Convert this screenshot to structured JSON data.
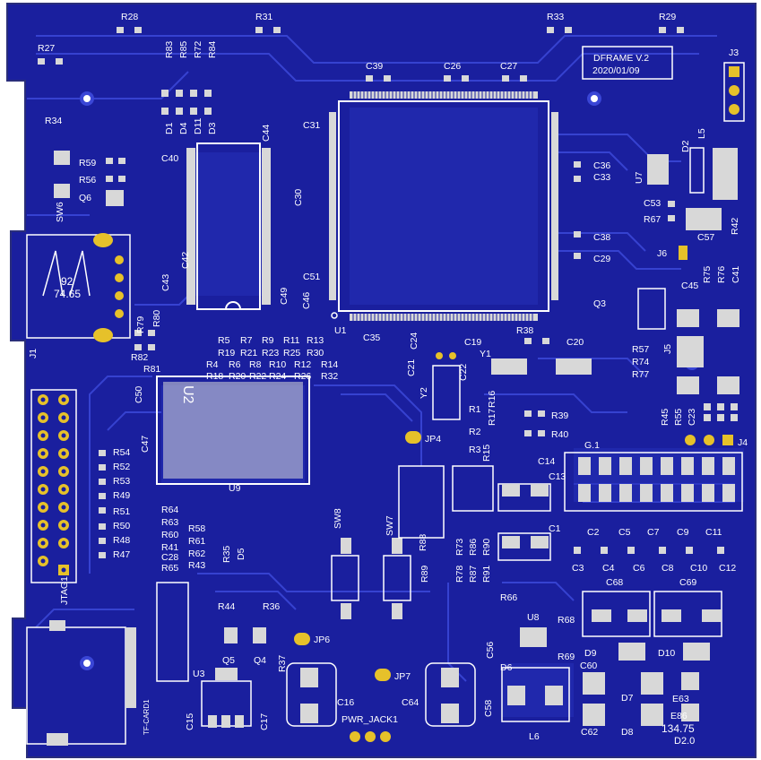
{
  "board_info": {
    "title": "DFRAME V.2",
    "date": "2020/01/09",
    "version_mark": "D2.0",
    "dim_left": "92",
    "dim_left2": "74.65",
    "dim_right": "134.75"
  },
  "colors": {
    "background": "#ffffff",
    "board": "#1a1f9e",
    "copper": "#2b35c4",
    "trace": "#3a46d6",
    "pad": "#d8d8d8",
    "gold": "#e6c12a",
    "silk": "#ffffff"
  },
  "components": [
    {
      "ref": "R28"
    },
    {
      "ref": "R31"
    },
    {
      "ref": "R33"
    },
    {
      "ref": "R29"
    },
    {
      "ref": "R27"
    },
    {
      "ref": "R83"
    },
    {
      "ref": "R85"
    },
    {
      "ref": "R72"
    },
    {
      "ref": "R84"
    },
    {
      "ref": "D1"
    },
    {
      "ref": "D4"
    },
    {
      "ref": "D11"
    },
    {
      "ref": "D3"
    },
    {
      "ref": "C39"
    },
    {
      "ref": "C26"
    },
    {
      "ref": "C27"
    },
    {
      "ref": "J3"
    },
    {
      "ref": "R34"
    },
    {
      "ref": "C44"
    },
    {
      "ref": "C31"
    },
    {
      "ref": "R59"
    },
    {
      "ref": "R56"
    },
    {
      "ref": "Q6"
    },
    {
      "ref": "SW6"
    },
    {
      "ref": "C40"
    },
    {
      "ref": "C30"
    },
    {
      "ref": "C36"
    },
    {
      "ref": "C33"
    },
    {
      "ref": "U7"
    },
    {
      "ref": "D2"
    },
    {
      "ref": "L5"
    },
    {
      "ref": "C53"
    },
    {
      "ref": "R67"
    },
    {
      "ref": "C57"
    },
    {
      "ref": "R42"
    },
    {
      "ref": "C38"
    },
    {
      "ref": "C29"
    },
    {
      "ref": "J6"
    },
    {
      "ref": "R75"
    },
    {
      "ref": "R76"
    },
    {
      "ref": "C41"
    },
    {
      "ref": "C43"
    },
    {
      "ref": "C42"
    },
    {
      "ref": "C49"
    },
    {
      "ref": "C51"
    },
    {
      "ref": "C46"
    },
    {
      "ref": "C45"
    },
    {
      "ref": "Q3"
    },
    {
      "ref": "R79"
    },
    {
      "ref": "R80"
    },
    {
      "ref": "U1"
    },
    {
      "ref": "C35"
    },
    {
      "ref": "C24"
    },
    {
      "ref": "J1"
    },
    {
      "ref": "R5"
    },
    {
      "ref": "R7"
    },
    {
      "ref": "R9"
    },
    {
      "ref": "R11"
    },
    {
      "ref": "R13"
    },
    {
      "ref": "R19"
    },
    {
      "ref": "R21"
    },
    {
      "ref": "R23"
    },
    {
      "ref": "R25"
    },
    {
      "ref": "R30"
    },
    {
      "ref": "R4"
    },
    {
      "ref": "R6"
    },
    {
      "ref": "R8"
    },
    {
      "ref": "R10"
    },
    {
      "ref": "R12"
    },
    {
      "ref": "R14"
    },
    {
      "ref": "R18"
    },
    {
      "ref": "R20"
    },
    {
      "ref": "R22"
    },
    {
      "ref": "R24"
    },
    {
      "ref": "R26"
    },
    {
      "ref": "R32"
    },
    {
      "ref": "C19"
    },
    {
      "ref": "R38"
    },
    {
      "ref": "C20"
    },
    {
      "ref": "Y1"
    },
    {
      "ref": "C21"
    },
    {
      "ref": "C22"
    },
    {
      "ref": "R57"
    },
    {
      "ref": "R74"
    },
    {
      "ref": "R77"
    },
    {
      "ref": "J5"
    },
    {
      "ref": "R82"
    },
    {
      "ref": "R81"
    },
    {
      "ref": "C50"
    },
    {
      "ref": "U2"
    },
    {
      "ref": "Y2"
    },
    {
      "ref": "R1"
    },
    {
      "ref": "R17"
    },
    {
      "ref": "R16"
    },
    {
      "ref": "R39"
    },
    {
      "ref": "R2"
    },
    {
      "ref": "R40"
    },
    {
      "ref": "R45"
    },
    {
      "ref": "R55"
    },
    {
      "ref": "C23"
    },
    {
      "ref": "JP4"
    },
    {
      "ref": "R3"
    },
    {
      "ref": "R15"
    },
    {
      "ref": "J4"
    },
    {
      "ref": "G.1"
    },
    {
      "ref": "R54"
    },
    {
      "ref": "C47"
    },
    {
      "ref": "R52"
    },
    {
      "ref": "C14"
    },
    {
      "ref": "R53"
    },
    {
      "ref": "C13"
    },
    {
      "ref": "U9"
    },
    {
      "ref": "R49"
    },
    {
      "ref": "R51"
    },
    {
      "ref": "R64"
    },
    {
      "ref": "R63"
    },
    {
      "ref": "SW8"
    },
    {
      "ref": "SW7"
    },
    {
      "ref": "R60"
    },
    {
      "ref": "R58"
    },
    {
      "ref": "R50"
    },
    {
      "ref": "C1"
    },
    {
      "ref": "R41"
    },
    {
      "ref": "R61"
    },
    {
      "ref": "R35"
    },
    {
      "ref": "R88"
    },
    {
      "ref": "R48"
    },
    {
      "ref": "C28"
    },
    {
      "ref": "R62"
    },
    {
      "ref": "D5"
    },
    {
      "ref": "C2"
    },
    {
      "ref": "C5"
    },
    {
      "ref": "C7"
    },
    {
      "ref": "C9"
    },
    {
      "ref": "C11"
    },
    {
      "ref": "R47"
    },
    {
      "ref": "R65"
    },
    {
      "ref": "R43"
    },
    {
      "ref": "R89"
    },
    {
      "ref": "R78"
    },
    {
      "ref": "R73"
    },
    {
      "ref": "R87"
    },
    {
      "ref": "R86"
    },
    {
      "ref": "R91"
    },
    {
      "ref": "R90"
    },
    {
      "ref": "C3"
    },
    {
      "ref": "C4"
    },
    {
      "ref": "C6"
    },
    {
      "ref": "C8"
    },
    {
      "ref": "C10"
    },
    {
      "ref": "C12"
    },
    {
      "ref": "JTAG1"
    },
    {
      "ref": "C68"
    },
    {
      "ref": "C69"
    },
    {
      "ref": "R66"
    },
    {
      "ref": "R44"
    },
    {
      "ref": "R36"
    },
    {
      "ref": "U8"
    },
    {
      "ref": "R68"
    },
    {
      "ref": "JP6"
    },
    {
      "ref": "Q5"
    },
    {
      "ref": "Q4"
    },
    {
      "ref": "D9"
    },
    {
      "ref": "D10"
    },
    {
      "ref": "R69"
    },
    {
      "ref": "C56"
    },
    {
      "ref": "R37"
    },
    {
      "ref": "U3"
    },
    {
      "ref": "JP7"
    },
    {
      "ref": "D6"
    },
    {
      "ref": "C60"
    },
    {
      "ref": "TF-CARD1"
    },
    {
      "ref": "D7"
    },
    {
      "ref": "C16"
    },
    {
      "ref": "C64"
    },
    {
      "ref": "C58"
    },
    {
      "ref": "E63"
    },
    {
      "ref": "C15"
    },
    {
      "ref": "C17"
    },
    {
      "ref": "E86"
    },
    {
      "ref": "PWR_JACK1"
    },
    {
      "ref": "L6"
    },
    {
      "ref": "C62"
    },
    {
      "ref": "D8"
    }
  ]
}
